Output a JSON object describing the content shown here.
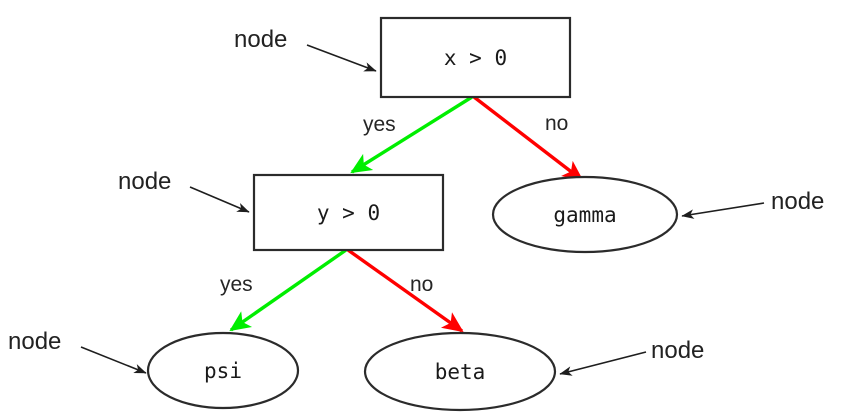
{
  "diagram": {
    "type": "decision-tree",
    "background_color": "#ffffff",
    "colors": {
      "yes_edge": "#00ee00",
      "no_edge": "#ff0000",
      "shape_outline": "#2b2b2b",
      "callout_arrow": "#1e1e1e",
      "text": "#1a1a1a"
    },
    "nodes": {
      "root": {
        "label": "x > 0",
        "shape": "box"
      },
      "second": {
        "label": "y > 0",
        "shape": "box"
      },
      "gamma": {
        "label": "gamma",
        "shape": "ellipse"
      },
      "psi": {
        "label": "psi",
        "shape": "ellipse"
      },
      "beta": {
        "label": "beta",
        "shape": "ellipse"
      }
    },
    "edges": [
      {
        "from": "root",
        "to": "second",
        "label": "yes",
        "color": "#00ee00"
      },
      {
        "from": "root",
        "to": "gamma",
        "label": "no",
        "color": "#ff0000"
      },
      {
        "from": "second",
        "to": "psi",
        "label": "yes",
        "color": "#00ee00"
      },
      {
        "from": "second",
        "to": "beta",
        "label": "no",
        "color": "#ff0000"
      }
    ],
    "edge_labels": {
      "root_yes": "yes",
      "root_no": "no",
      "second_yes": "yes",
      "second_no": "no"
    },
    "callouts": [
      {
        "id": "callout-root",
        "label": "node",
        "target": "root"
      },
      {
        "id": "callout-second",
        "label": "node",
        "target": "second"
      },
      {
        "id": "callout-gamma",
        "label": "node",
        "target": "gamma"
      },
      {
        "id": "callout-psi",
        "label": "node",
        "target": "psi"
      },
      {
        "id": "callout-beta",
        "label": "node",
        "target": "beta"
      }
    ]
  }
}
